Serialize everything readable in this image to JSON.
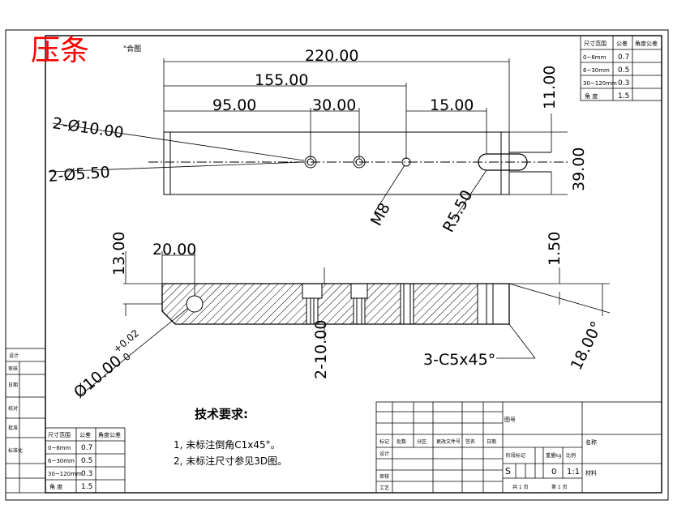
{
  "title": {
    "name": "压条",
    "tag": "\"合图"
  },
  "dimensions": {
    "total_length": "220.00",
    "len_155": "155.00",
    "len_95": "95.00",
    "len_30": "30.00",
    "len_15": "15.00",
    "top_11": "11.00",
    "height_39": "39.00",
    "dia_10": "2-Ø10.00",
    "dia_5_5": "2-Ø5.50",
    "thread": "M8",
    "slot_radius": "R5.50",
    "thick_13": "13.00",
    "offset_20": "20.00",
    "gap_1_5": "1.50",
    "depth_10": "2-10.00",
    "angle": "18.00°",
    "chamfer": "3-C5x45°",
    "pin_dia": "Ø10.00",
    "tol_upper": "+0.02",
    "tol_lower": "0"
  },
  "notes": {
    "heading": "技术要求:",
    "items": [
      "1, 未标注倒角C1x45°。",
      "2, 未标注尺寸参见3D图。"
    ]
  },
  "tolerance_table": {
    "headers": [
      "尺寸范围",
      "公差",
      "角度公差"
    ],
    "rows": [
      {
        "label": "0~6mm",
        "value": "0.7"
      },
      {
        "label": "6~30mm",
        "value": "0.5"
      },
      {
        "label": "30~120mm",
        "value": "0.3"
      },
      {
        "label": "角 度",
        "value": "1.5"
      }
    ]
  },
  "left_strip": {
    "labels": [
      "设计",
      "审核",
      "日期",
      "校对",
      "批准",
      "标准化"
    ]
  },
  "title_block": {
    "label_drawing": "图号",
    "label_name": "名称",
    "label_mat": "材料",
    "row_headers": [
      "标记",
      "处数",
      "分区",
      "更改文件号",
      "签名",
      "日期"
    ],
    "side_labels": [
      "设计",
      "审核",
      "工艺"
    ],
    "stage_header": "阶段标记",
    "weight_header": "重量kg",
    "scale_header": "比例",
    "stage": "S",
    "weight": "0",
    "scale": "1:1",
    "sheets_total": "共 1 页",
    "sheet_no": "第 1 页"
  }
}
